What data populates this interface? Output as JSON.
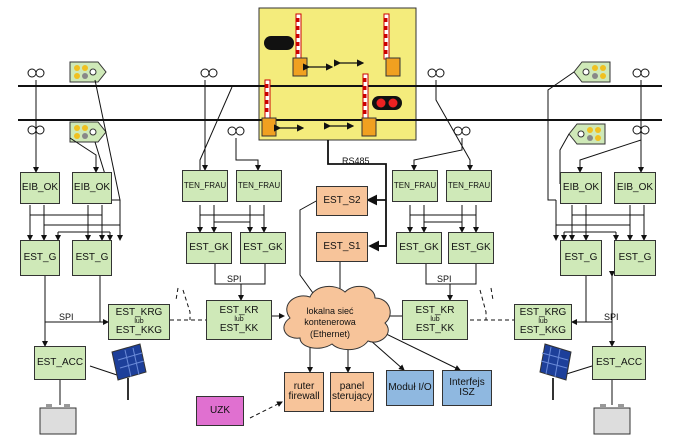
{
  "colors": {
    "module_green": "#cfe9b8",
    "module_orange": "#f7c49a",
    "module_blue": "#8fb8e0",
    "module_magenta": "#e070d0",
    "panel_yellow": "#f4ec7c"
  },
  "labels": {
    "rs485": "RS485",
    "spi": "SPI",
    "lub": "lub",
    "eib_ok": "EIB_OK",
    "est_g": "EST_G",
    "est_acc": "EST_ACC",
    "est_krg": "EST_KRG",
    "est_kkg": "EST_KKG",
    "ten_frau": "TEN_FRAU",
    "est_gk": "EST_GK",
    "est_kr": "EST_KR",
    "est_kk": "EST_KK",
    "est_s1": "EST_S1",
    "est_s2": "EST_S2",
    "cloud": [
      "lokalna sieć",
      "kontenerowa",
      "(Ethernet)"
    ],
    "router": [
      "ruter",
      "firewall"
    ],
    "panel": [
      "panel",
      "sterujący"
    ],
    "uzk": "UZK",
    "modul_io": "Moduł I/O",
    "interfejs": [
      "Interfejs",
      "ISZ"
    ]
  }
}
